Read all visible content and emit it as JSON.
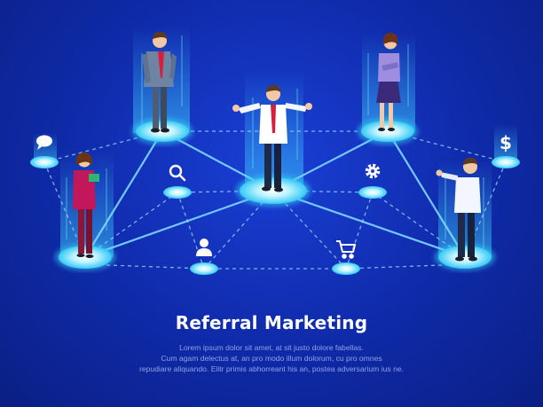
{
  "heading": "Referral Marketing",
  "paragraph": [
    "Lorem ipsum dolor sit amet, at sit justo dolore fabellas.",
    "Cum agam delectus at, an pro modo illum dolorum, cu pro omnes",
    "repudiare aliquando. Elitr primis abhorreant his an, postea adversarium ius ne."
  ],
  "icons": [
    "chat-icon",
    "search-icon",
    "user-icon",
    "cart-icon",
    "gear-icon",
    "dollar-icon"
  ],
  "colors": {
    "background": "#0f2aa8",
    "glow": "#58e0ff",
    "link": "#7fd8ff",
    "heading": "#ffffff",
    "paragraph": "#8fa2e6"
  }
}
